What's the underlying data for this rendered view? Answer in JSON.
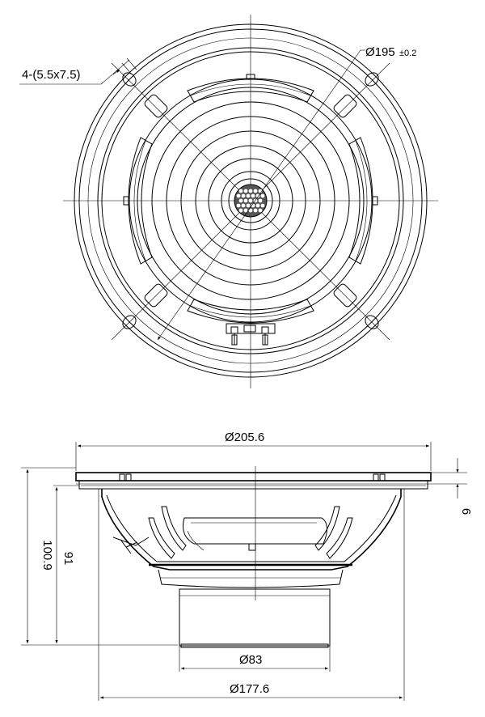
{
  "top_view": {
    "mount_holes_label": "4-(5.5x7.5)",
    "bolt_circle_label": "Ø195",
    "bolt_circle_tolerance": "±0.2"
  },
  "side_view": {
    "overall_diameter_label": "Ø205.6",
    "overall_depth_label": "100.9",
    "frame_depth_label": "91",
    "flange_thickness_label": "6",
    "magnet_diameter_label": "Ø83",
    "basket_diameter_label": "Ø177.6"
  }
}
